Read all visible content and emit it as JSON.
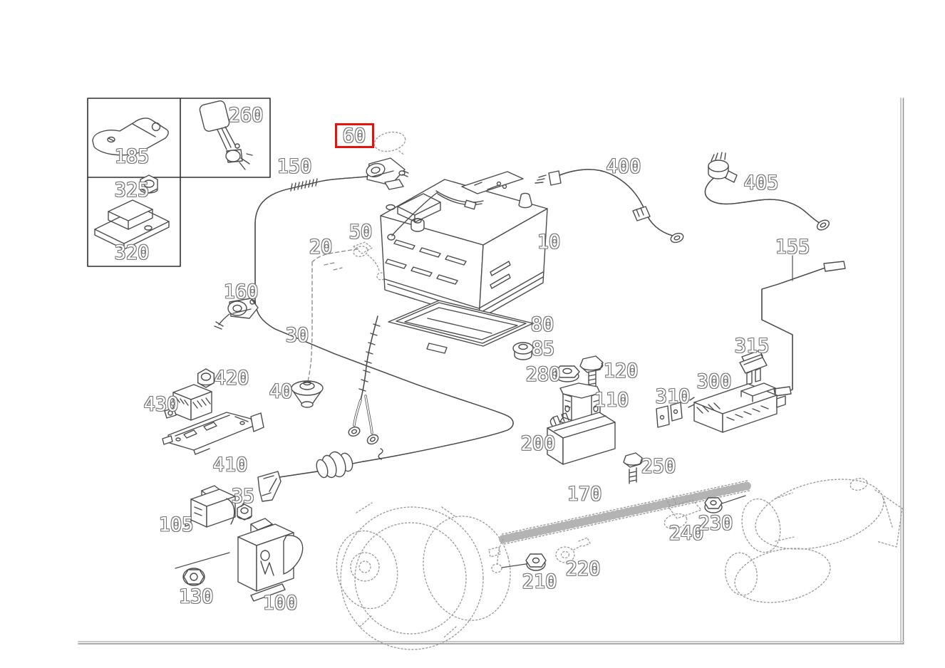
{
  "diagram": {
    "type": "exploded-parts-diagram",
    "background_color": "#ffffff",
    "line_color": "#4c4c4c",
    "ghost_line_color": "#9e9e9e",
    "callout_text_color": "#ffffff",
    "callout_outline_color": "#777777",
    "highlight": {
      "part": "60",
      "box_color": "#e6130b"
    },
    "callouts": [
      {
        "label": "185"
      },
      {
        "label": "260"
      },
      {
        "label": "325"
      },
      {
        "label": "320"
      },
      {
        "label": "150"
      },
      {
        "label": "60"
      },
      {
        "label": "20"
      },
      {
        "label": "50"
      },
      {
        "label": "10"
      },
      {
        "label": "400"
      },
      {
        "label": "405"
      },
      {
        "label": "155"
      },
      {
        "label": "160"
      },
      {
        "label": "30"
      },
      {
        "label": "80"
      },
      {
        "label": "85"
      },
      {
        "label": "280"
      },
      {
        "label": "120"
      },
      {
        "label": "110"
      },
      {
        "label": "315"
      },
      {
        "label": "300"
      },
      {
        "label": "310"
      },
      {
        "label": "420"
      },
      {
        "label": "430"
      },
      {
        "label": "40"
      },
      {
        "label": "410"
      },
      {
        "label": "200"
      },
      {
        "label": "250"
      },
      {
        "label": "170"
      },
      {
        "label": "240"
      },
      {
        "label": "230"
      },
      {
        "label": "105"
      },
      {
        "label": "35"
      },
      {
        "label": "130"
      },
      {
        "label": "100"
      },
      {
        "label": "210"
      },
      {
        "label": "220"
      }
    ]
  }
}
